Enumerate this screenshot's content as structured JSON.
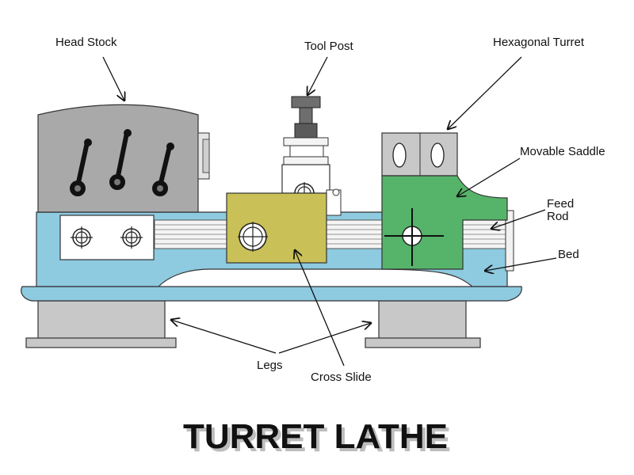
{
  "diagram": {
    "title": "TURRET LATHE",
    "labels": {
      "head_stock": "Head Stock",
      "tool_post": "Tool Post",
      "hexagonal_turret": "Hexagonal Turret",
      "movable_saddle": "Movable Saddle",
      "feed_rod_line1": "Feed",
      "feed_rod_line2": "Rod",
      "bed": "Bed",
      "legs": "Legs",
      "cross_slide": "Cross Slide"
    },
    "colors": {
      "bed": "#8ecae0",
      "headstock": "#a9a9a9",
      "cross_slide": "#c9c158",
      "saddle": "#55b46a",
      "turret": "#c8c8c8",
      "legs": "#c8c8c8"
    }
  }
}
